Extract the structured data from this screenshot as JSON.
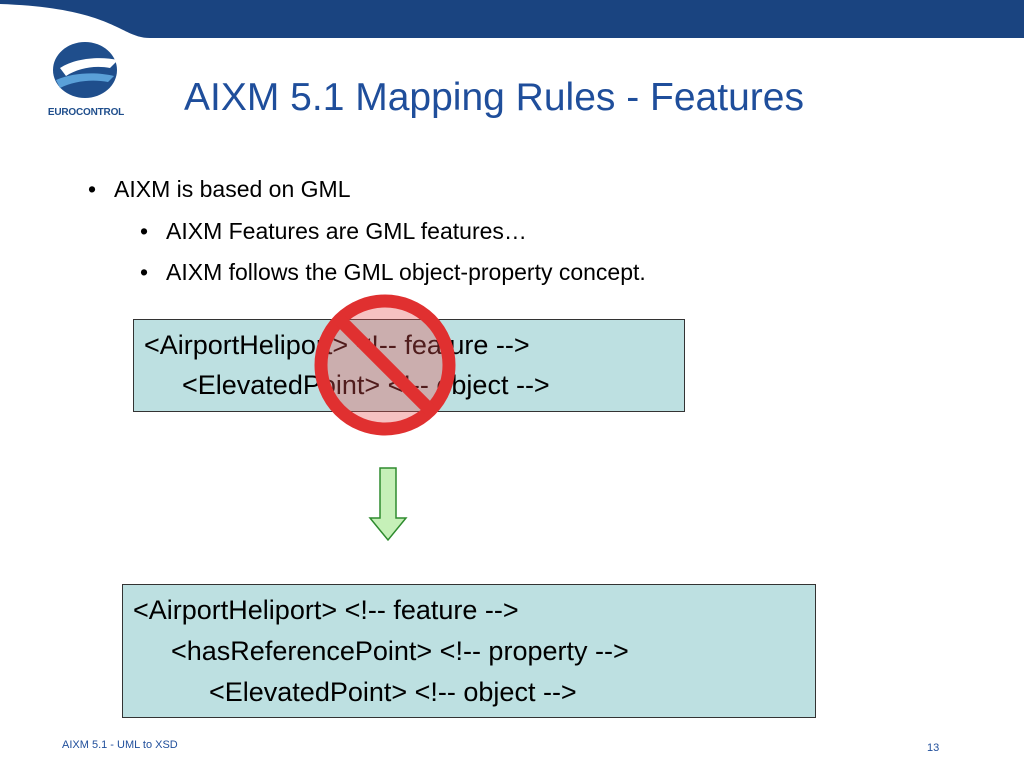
{
  "colors": {
    "band": "#1a4480",
    "title": "#1f4e9b",
    "box_fill": "#bde0e1",
    "no_sign": "#e03030",
    "arrow_fill": "#c6f0b8",
    "arrow_stroke": "#2e8b2e"
  },
  "logo": {
    "text": "EUROCONTROL",
    "icon": "eurocontrol-logo-icon"
  },
  "slide": {
    "title": "AIXM 5.1 Mapping Rules - Features"
  },
  "bullets": [
    {
      "text": "AIXM is based on GML",
      "level": 1
    },
    {
      "text": "AIXM Features are GML features…",
      "level": 2
    },
    {
      "text": "AIXM follows the GML object-property concept.",
      "level": 2
    }
  ],
  "bullet_glyph": "•",
  "wrong_example": {
    "lines": [
      "<AirportHeliport> <!-- feature -->",
      "<ElevatedPoint> <!-- object -->"
    ],
    "icon": "prohibited-icon"
  },
  "arrow": {
    "icon": "down-arrow-icon"
  },
  "right_example": {
    "lines": [
      "<AirportHeliport> <!-- feature -->",
      "<hasReferencePoint> <!-- property -->",
      "<ElevatedPoint> <!-- object -->"
    ]
  },
  "footer": {
    "left": "AIXM 5.1 - UML to XSD",
    "page_number": "13"
  }
}
